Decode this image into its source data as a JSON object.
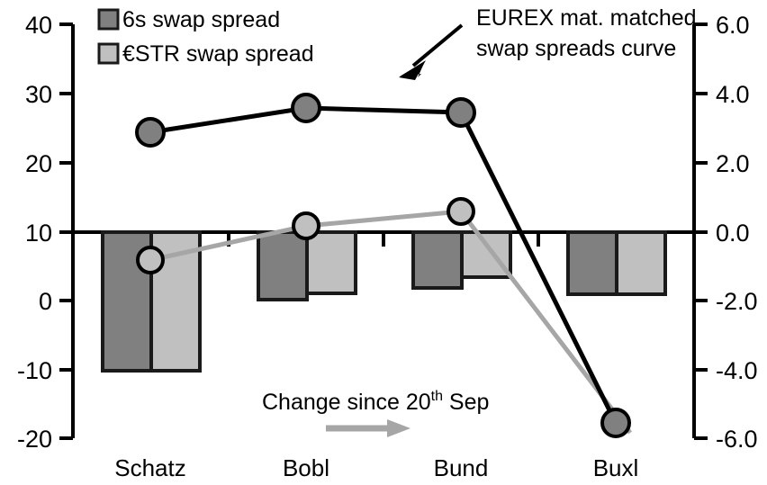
{
  "chart_data": {
    "type": "bar",
    "title": "",
    "subtitle": "",
    "xlabel": "",
    "ylabel": "",
    "categories": [
      "Schatz",
      "Bobl",
      "Bund",
      "Buxl"
    ],
    "grid": false,
    "legend_position": "top-left",
    "left_axis": {
      "ticks": [
        "40",
        "30",
        "20",
        "10",
        "0",
        "-10",
        "-20"
      ],
      "tick_values": [
        40,
        30,
        20,
        10,
        0,
        -10,
        -20
      ],
      "ylim": [
        -20,
        40
      ],
      "zero_reference_line_at": 10
    },
    "right_axis": {
      "ticks": [
        "6.0",
        "4.0",
        "2.0",
        "0.0",
        "-2.0",
        "-4.0",
        "-6.0"
      ],
      "tick_values": [
        6.0,
        4.0,
        2.0,
        0.0,
        -2.0,
        -4.0,
        -6.0
      ],
      "ylim": [
        -6.0,
        6.0
      ]
    },
    "series": [
      {
        "name": "6s swap spread",
        "kind": "bar",
        "axis": "right",
        "color": "#808080",
        "values": [
          -4.1,
          -1.95,
          -1.6,
          -1.8
        ]
      },
      {
        "name": "€STR swap spread",
        "kind": "bar",
        "axis": "right",
        "color": "#c0c0c0",
        "values": [
          -4.1,
          -1.8,
          -1.3,
          -1.8
        ]
      },
      {
        "name": "EUREX mat. matched swap spreads curve",
        "kind": "line",
        "axis": "left",
        "color": "#000000",
        "marker_fill": "#808080",
        "values": [
          24.5,
          28.0,
          27.3,
          -18.0
        ]
      },
      {
        "name": "Change since 20th Sep",
        "kind": "line",
        "axis": "left",
        "color": "#a6a6a6",
        "marker_fill": "#c0c0c0",
        "values": [
          6.0,
          10.5,
          12.7,
          -19.6
        ]
      }
    ]
  },
  "legend": {
    "items": [
      {
        "label": "6s swap spread",
        "color": "#808080"
      },
      {
        "label": "€STR swap spread",
        "color": "#c0c0c0"
      }
    ]
  },
  "annotations": {
    "curve_note_line1": "EUREX mat. matched",
    "curve_note_line2": "swap spreads curve",
    "change_note_prefix": "Change since 20",
    "change_note_sup": "th",
    "change_note_suffix": " Sep"
  },
  "axis_labels": {
    "left": [
      "40",
      "30",
      "20",
      "10",
      "0",
      "-10",
      "-20"
    ],
    "right": [
      "6.0",
      "4.0",
      "2.0",
      "0.0",
      "-2.0",
      "-4.0",
      "-6.0"
    ],
    "categories": [
      "Schatz",
      "Bobl",
      "Bund",
      "Buxl"
    ]
  },
  "colors": {
    "bar_dark": "#808080",
    "bar_light": "#c0c0c0",
    "line_black": "#000000",
    "line_gray": "#a6a6a6",
    "axis": "#000000",
    "background": "#ffffff"
  }
}
